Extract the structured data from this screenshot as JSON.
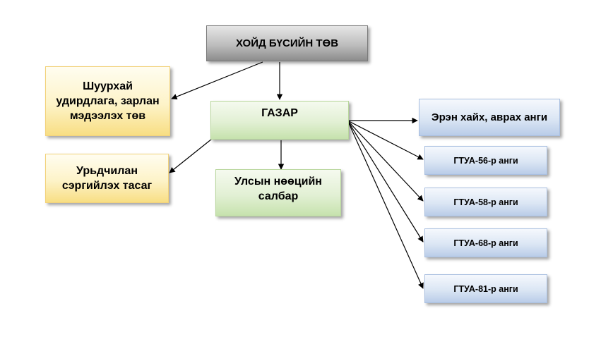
{
  "nodes": {
    "hq": "ХОЙД БҮСИЙН ТӨВ",
    "ops_center": "Шуурхай удирдлага, зарлан мэдээлэх төв",
    "department": "ГАЗАР",
    "prevention": "Урьдчилан сэргийлэх тасаг",
    "reserve": "Улсын нөөцийн салбар",
    "search_rescue": "Эрэн хайх, аврах анги",
    "unit_56": "ГТУА-56-р анги",
    "unit_58": "ГТУА-58-р анги",
    "unit_68": "ГТУА-68-р анги",
    "unit_81": "ГТУА-81-р анги"
  },
  "colors": {
    "edge": "#000000",
    "gray_fill": "#bdbdbd",
    "yellow_fill": "#fdf3c8",
    "green_fill": "#e2f0d4",
    "blue_fill": "#dbe6f4"
  }
}
